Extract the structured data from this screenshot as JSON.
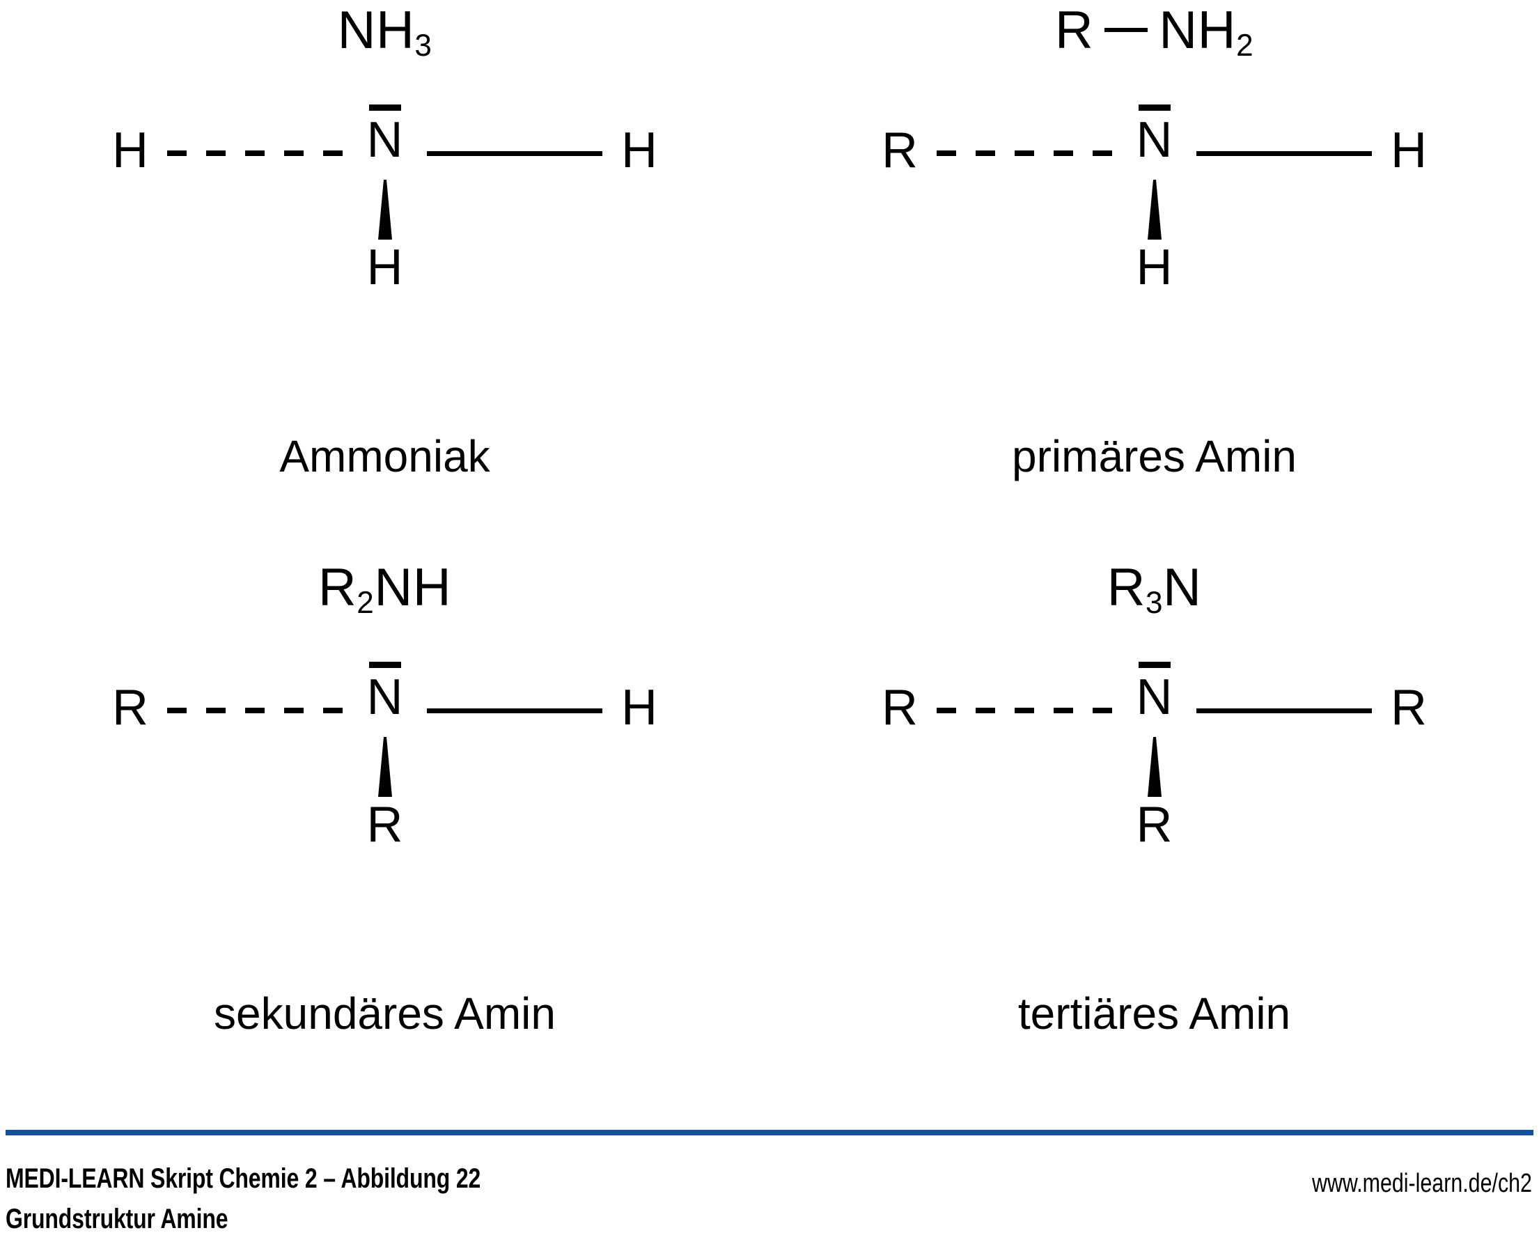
{
  "figure": {
    "title": "Grundstruktur Amine",
    "panels": [
      {
        "id": "ammoniak",
        "condensed_formula_html": "NH<sub>3</sub>",
        "condensed_parts": {
          "prefix": "N",
          "main": "H",
          "subscript": "3"
        },
        "center_atom": "N",
        "substituent_left": "H",
        "substituent_right": "H",
        "substituent_bottom": "H",
        "bond_left_type": "hashed",
        "bond_right_type": "solid",
        "bond_bottom_type": "wedge",
        "lone_pair": true,
        "caption": "Ammoniak"
      },
      {
        "id": "primaeres-amin",
        "condensed_formula_html": "R &mdash; NH<sub>2</sub>",
        "condensed_parts": {
          "prefix": "R",
          "main": "NH",
          "subscript": "2"
        },
        "center_atom": "N",
        "substituent_left": "R",
        "substituent_right": "H",
        "substituent_bottom": "H",
        "bond_left_type": "hashed",
        "bond_right_type": "solid",
        "bond_bottom_type": "wedge",
        "lone_pair": true,
        "caption": "primäres Amin"
      },
      {
        "id": "sekundaeres-amin",
        "condensed_formula_html": "R<sub>2</sub>NH",
        "condensed_parts": {
          "prefix": "R",
          "subscript": "2",
          "main": "NH"
        },
        "center_atom": "N",
        "substituent_left": "R",
        "substituent_right": "H",
        "substituent_bottom": "R",
        "bond_left_type": "hashed",
        "bond_right_type": "solid",
        "bond_bottom_type": "wedge",
        "lone_pair": true,
        "caption": "sekundäres Amin"
      },
      {
        "id": "tertiaeres-amin",
        "condensed_formula_html": "R<sub>3</sub>N",
        "condensed_parts": {
          "prefix": "R",
          "subscript": "3",
          "main": "N"
        },
        "center_atom": "N",
        "substituent_left": "R",
        "substituent_right": "R",
        "substituent_bottom": "R",
        "bond_left_type": "hashed",
        "bond_right_type": "solid",
        "bond_bottom_type": "wedge",
        "lone_pair": true,
        "caption": "tertiäres Amin"
      }
    ]
  },
  "footer": {
    "title": "MEDI-LEARN Skript Chemie 2 – Abbildung 22",
    "subtitle": "Grundstruktur Amine",
    "url": "www.medi-learn.de/ch2",
    "rule_color": "#15509e"
  },
  "colors": {
    "background": "#ffffff",
    "ink": "#000000",
    "accent": "#15509e"
  }
}
